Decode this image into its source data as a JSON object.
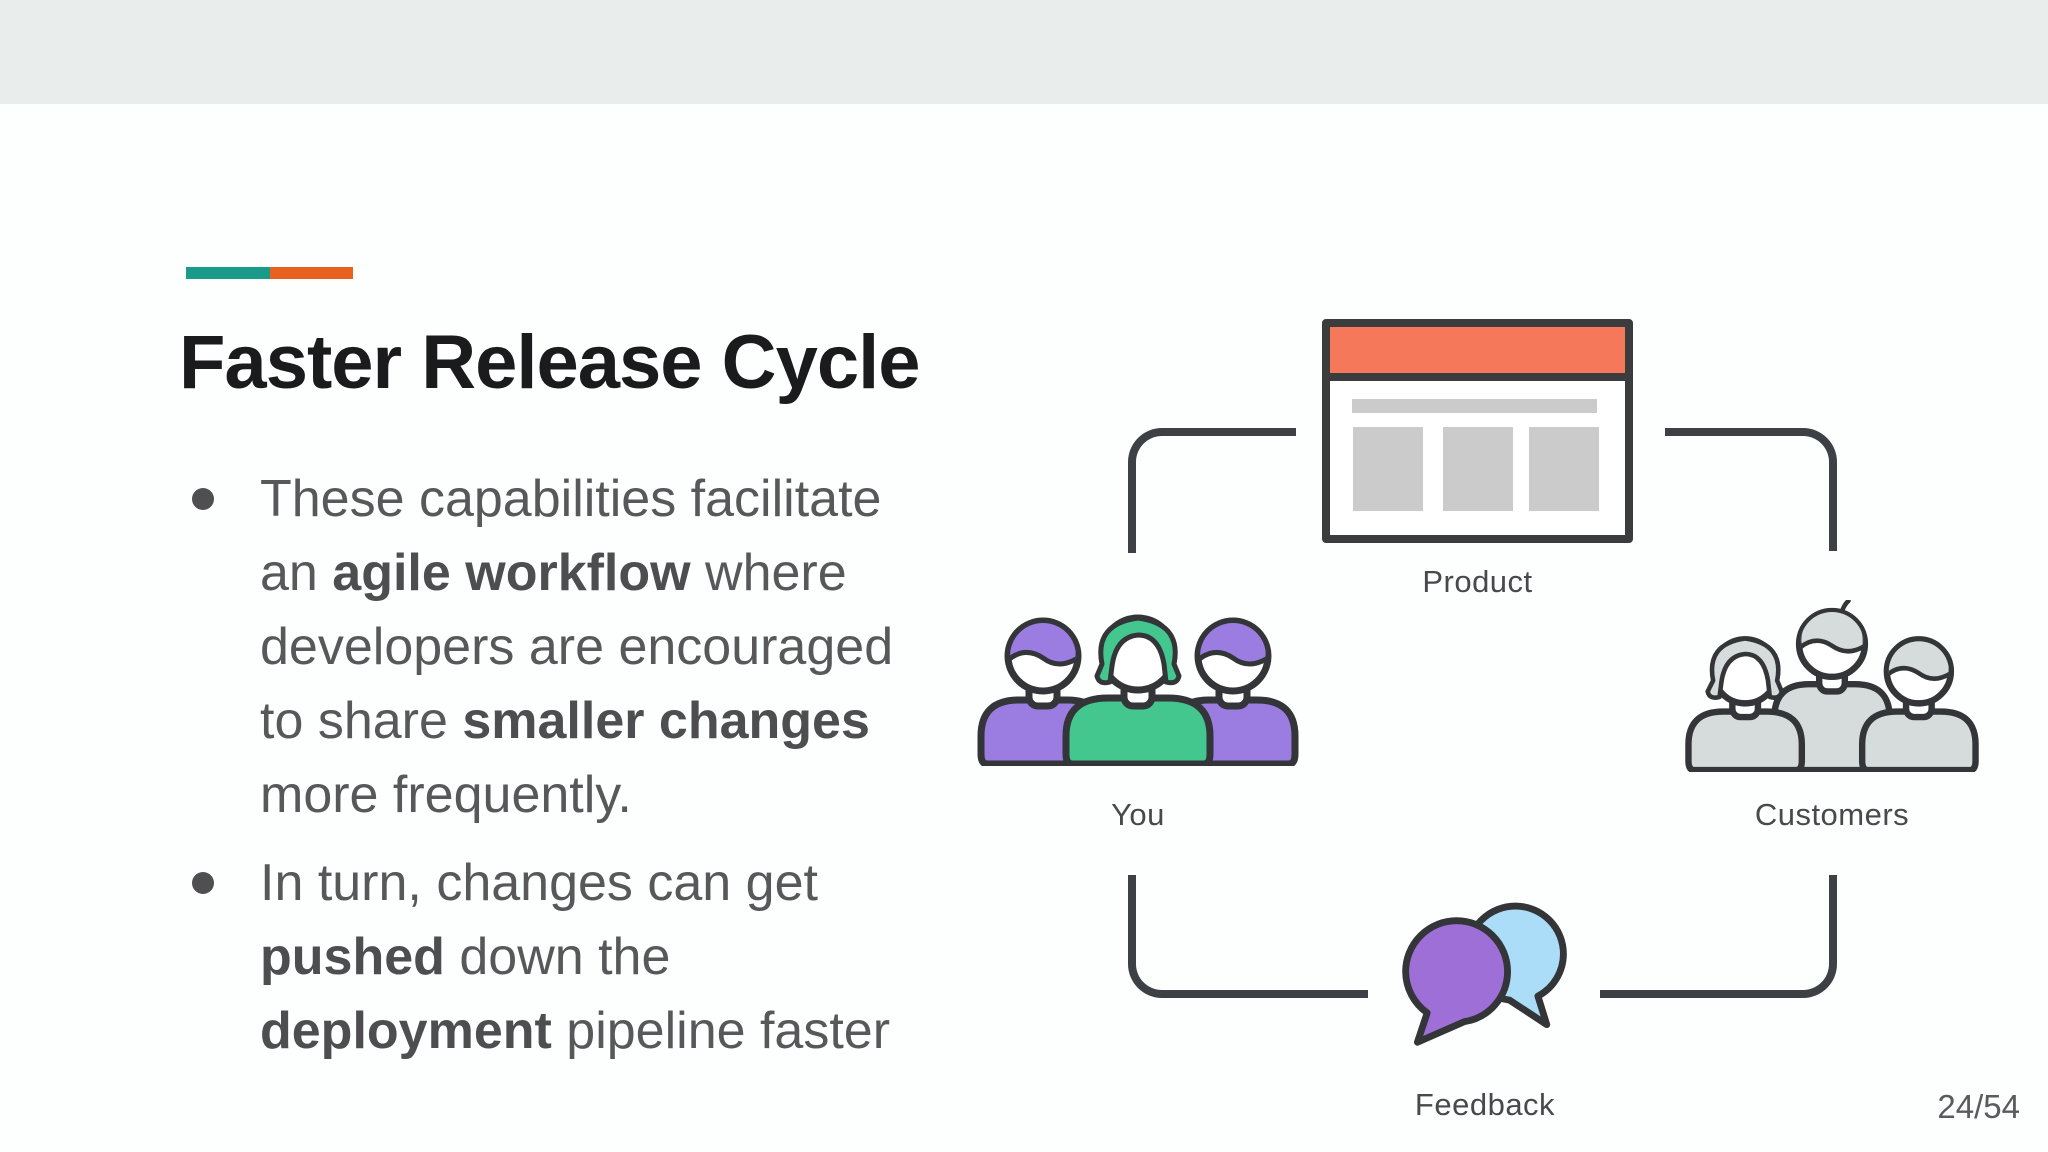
{
  "theme": {
    "topbar-gray": "#e9edec",
    "accent-teal": "#1a9b8a",
    "accent-orange": "#e8611e",
    "title-color": "#1b1b1d",
    "body-color": "#58585a",
    "bullet-color": "#4f4f52",
    "label-color": "#47494c",
    "connector": "#3d4045",
    "icon-outline": "#3a3c3e",
    "product-header-orange": "#f5785b",
    "placeholder-gray": "#cbcbcb",
    "person-purple": "#9b7ce0",
    "person-green": "#43c78f",
    "customer-gray": "#d6dbdc",
    "bubble-purple": "#9e6fd6",
    "bubble-blue": "#abdcf8"
  },
  "slide": {
    "title": "Faster Release Cycle",
    "bullets": [
      {
        "segments": [
          {
            "text": "These capabilities facilitate an "
          },
          {
            "text": "agile workflow",
            "bold": true
          },
          {
            "text": " where developers are encouraged to share "
          },
          {
            "text": "smaller changes",
            "bold": true
          },
          {
            "text": " more frequently."
          }
        ]
      },
      {
        "segments": [
          {
            "text": "In turn, changes can get "
          },
          {
            "text": "pushed",
            "bold": true
          },
          {
            "text": " down the "
          },
          {
            "text": "deployment",
            "bold": true
          },
          {
            "text": " pipeline faster"
          }
        ]
      }
    ],
    "page_indicator": "24/54"
  },
  "diagram": {
    "nodes": [
      {
        "id": "product",
        "label": "Product"
      },
      {
        "id": "you",
        "label": "You"
      },
      {
        "id": "customers",
        "label": "Customers"
      },
      {
        "id": "feedback",
        "label": "Feedback"
      }
    ]
  }
}
